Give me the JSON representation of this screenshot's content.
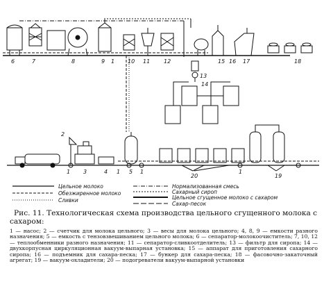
{
  "numbers": {
    "n1": "1",
    "n2": "2",
    "n3": "3",
    "n4": "4",
    "n5": "5",
    "n6": "6",
    "n7": "7",
    "n8": "8",
    "n9": "9",
    "n10": "10",
    "n11": "11",
    "n12": "12",
    "n13": "13",
    "n14": "14",
    "n15": "15",
    "n16": "16",
    "n17": "17",
    "n18": "18",
    "n19": "19",
    "n20": "20"
  },
  "legend": [
    "Цельное молоко",
    "Обезжиренное молоко",
    "Сливки",
    "Нормализованная смесь",
    "Сахарный сироп",
    "Цельное сгущенное молоко с сахаром",
    "Сахар-песок"
  ],
  "caption": {
    "title": "Рис. 11. Технологическая схема производства цельного сгущенного молока с сахаром:",
    "text": "1 — насос; 2 — счетчик для молока цельного; 3 — весы для молока цельного; 4, 8, 9 — емкости разного назначения; 5 — емкость с тензовзвешиванием цельного молока; 6 — сепаратор-молокоочиститель; 7, 10, 12 — теплообменники разного назначения; 11 — сепаратор-сливкоотделитель; 13 — фильтр для сиропа; 14 — двухкорпусная циркуляционная вакуум-выпарная установка; 15 — аппарат для приготовления сахарного сиропа; 16 — подъемник для сахара-песка; 17 — бункер для сахара-песка; 18 — фасовочно-закаточный агрегат; 19 — вакуум-охладители; 20 — подогреватели вакуум-выпарной установки"
  }
}
